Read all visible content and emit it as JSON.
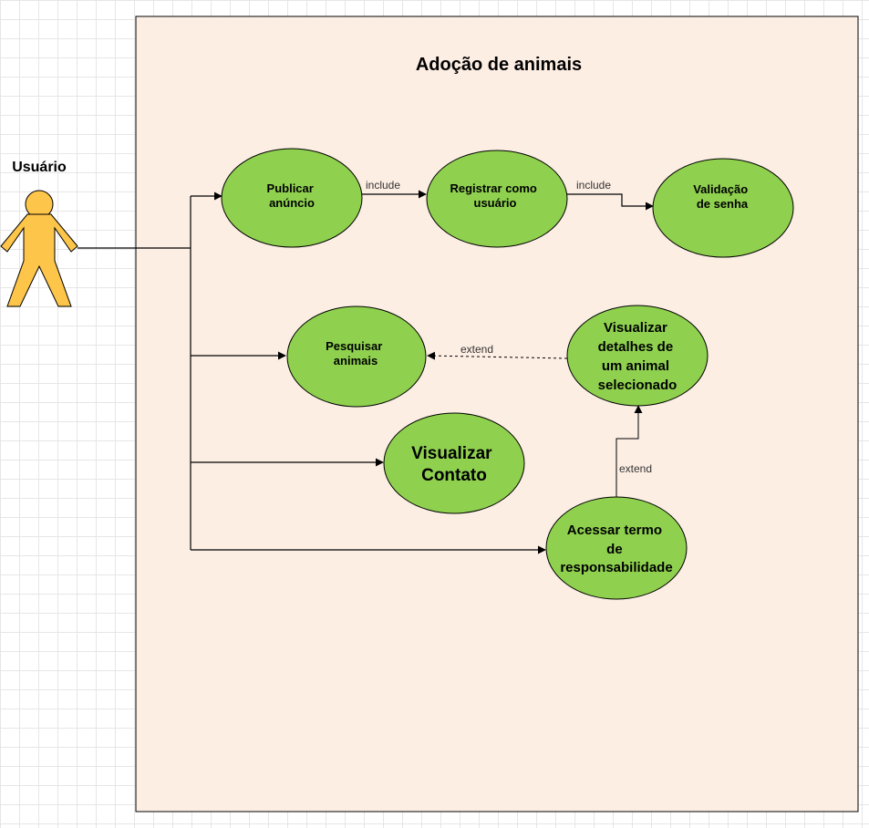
{
  "boundary": {
    "title": "Adoção de animais"
  },
  "actor": {
    "name": "Usuário"
  },
  "use_cases": {
    "publicar": [
      "Publicar",
      "anúncio"
    ],
    "registrar": [
      "Registrar como",
      "usuário"
    ],
    "validacao": [
      "Validação",
      "de senha"
    ],
    "pesquisar": [
      "Pesquisar",
      "animais"
    ],
    "detalhes": [
      "Visualizar",
      "detalhes de",
      "um animal",
      "selecionado"
    ],
    "contato": [
      "Visualizar",
      "Contato"
    ],
    "termo": [
      "Acessar termo",
      "de",
      "responsabilidade"
    ]
  },
  "relations": {
    "include_1": "include",
    "include_2": "include",
    "extend_1": "extend",
    "extend_2": "extend"
  },
  "colors": {
    "use_case_fill": "#8fd14f",
    "boundary_fill": "#fdeee4",
    "actor_fill": "#fdc54a"
  }
}
